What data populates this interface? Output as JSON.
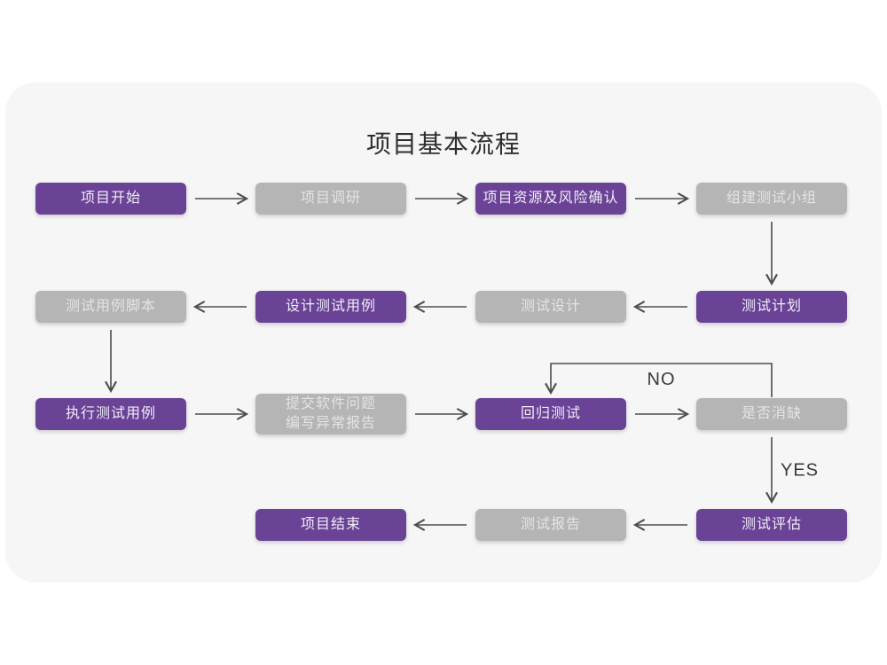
{
  "page": {
    "title": "项目基本流程"
  },
  "colors": {
    "purple": "#6a4296",
    "gray": "#b5b5b5",
    "card_bg": "#f6f6f6",
    "page_bg": "#ffffff",
    "arrow": "#4d4d4d",
    "text_on_purple": "#f1edf8",
    "text_on_gray": "#e4e4e4",
    "title_color": "#2f2f2f"
  },
  "nodes": [
    {
      "id": "project-start",
      "label": "项目开始",
      "variant": "purple",
      "col": 0,
      "row": 0
    },
    {
      "id": "project-research",
      "label": "项目调研",
      "variant": "gray",
      "col": 1,
      "row": 0
    },
    {
      "id": "resource-risk",
      "label": "项目资源及风险确认",
      "variant": "purple",
      "col": 2,
      "row": 0
    },
    {
      "id": "build-test-team",
      "label": "组建测试小组",
      "variant": "gray",
      "col": 3,
      "row": 0
    },
    {
      "id": "case-script",
      "label": "测试用例脚本",
      "variant": "gray",
      "col": 0,
      "row": 1
    },
    {
      "id": "design-case",
      "label": "设计测试用例",
      "variant": "purple",
      "col": 1,
      "row": 1
    },
    {
      "id": "test-design",
      "label": "测试设计",
      "variant": "gray",
      "col": 2,
      "row": 1
    },
    {
      "id": "test-plan",
      "label": "测试计划",
      "variant": "purple",
      "col": 3,
      "row": 1
    },
    {
      "id": "execute-case",
      "label": "执行测试用例",
      "variant": "purple",
      "col": 0,
      "row": 2
    },
    {
      "id": "submit-report",
      "label": "提交软件问题\n编写异常报告",
      "variant": "gray",
      "col": 1,
      "row": 2,
      "tall": true
    },
    {
      "id": "regression-test",
      "label": "回归测试",
      "variant": "purple",
      "col": 2,
      "row": 2
    },
    {
      "id": "defect-cleared",
      "label": "是否消缺",
      "variant": "gray",
      "col": 3,
      "row": 2
    },
    {
      "id": "project-end",
      "label": "项目结束",
      "variant": "purple",
      "col": 1,
      "row": 3
    },
    {
      "id": "test-report",
      "label": "测试报告",
      "variant": "gray",
      "col": 2,
      "row": 3
    },
    {
      "id": "test-evaluate",
      "label": "测试评估",
      "variant": "purple",
      "col": 3,
      "row": 3
    }
  ],
  "edges": [
    {
      "type": "h",
      "row": 0,
      "fromCol": 0,
      "toCol": 1
    },
    {
      "type": "h",
      "row": 0,
      "fromCol": 1,
      "toCol": 2
    },
    {
      "type": "h",
      "row": 0,
      "fromCol": 2,
      "toCol": 3
    },
    {
      "type": "v",
      "col": 3,
      "fromRow": 0,
      "toRow": 1
    },
    {
      "type": "h",
      "row": 1,
      "fromCol": 3,
      "toCol": 2
    },
    {
      "type": "h",
      "row": 1,
      "fromCol": 2,
      "toCol": 1
    },
    {
      "type": "h",
      "row": 1,
      "fromCol": 1,
      "toCol": 0
    },
    {
      "type": "v",
      "col": 0,
      "fromRow": 1,
      "toRow": 2
    },
    {
      "type": "h",
      "row": 2,
      "fromCol": 0,
      "toCol": 1
    },
    {
      "type": "h",
      "row": 2,
      "fromCol": 1,
      "toCol": 2
    },
    {
      "type": "h",
      "row": 2,
      "fromCol": 2,
      "toCol": 3
    },
    {
      "type": "loop",
      "fromCol": 3,
      "toCol": 2,
      "row": 2,
      "label": "NO"
    },
    {
      "type": "v",
      "col": 3,
      "fromRow": 2,
      "toRow": 3,
      "label": "YES"
    },
    {
      "type": "h",
      "row": 3,
      "fromCol": 3,
      "toCol": 2
    },
    {
      "type": "h",
      "row": 3,
      "fromCol": 2,
      "toCol": 1
    }
  ]
}
